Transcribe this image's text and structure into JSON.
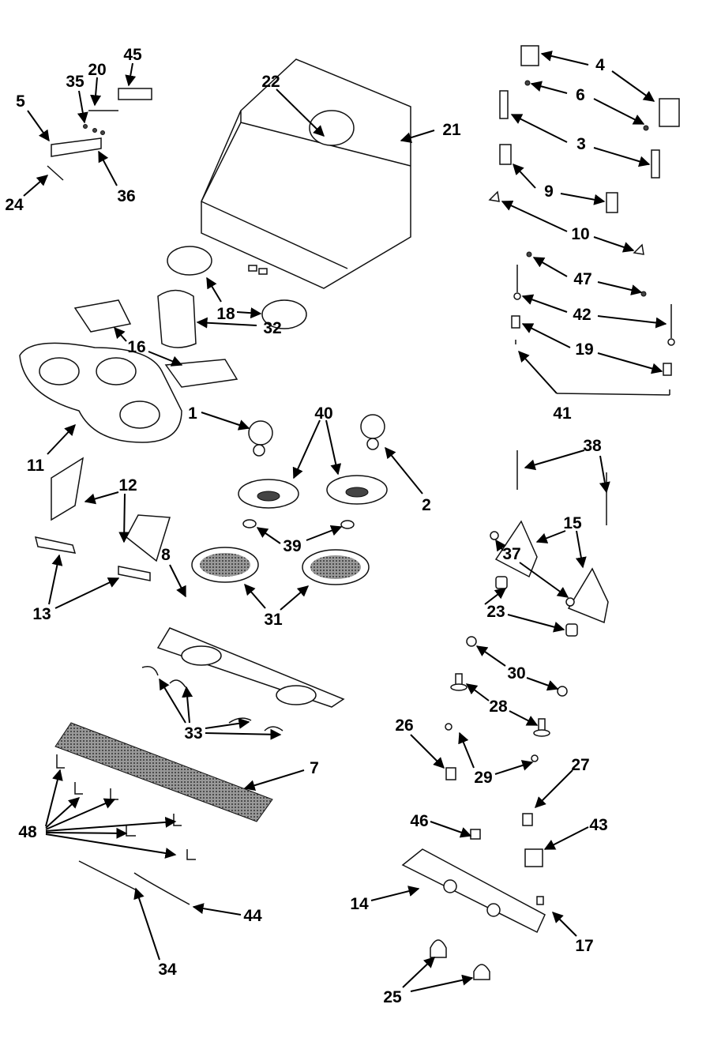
{
  "diagram": {
    "type": "exploded-parts-diagram",
    "labels": [
      "45",
      "20",
      "35",
      "5",
      "36",
      "24",
      "22",
      "21",
      "4",
      "6",
      "3",
      "9",
      "10",
      "47",
      "42",
      "19",
      "41",
      "18",
      "32",
      "16",
      "11",
      "1",
      "40",
      "2",
      "38",
      "15",
      "12",
      "39",
      "37",
      "23",
      "13",
      "31",
      "8",
      "30",
      "28",
      "33",
      "26",
      "29",
      "27",
      "7",
      "48",
      "46",
      "43",
      "14",
      "44",
      "17",
      "34",
      "25"
    ]
  }
}
